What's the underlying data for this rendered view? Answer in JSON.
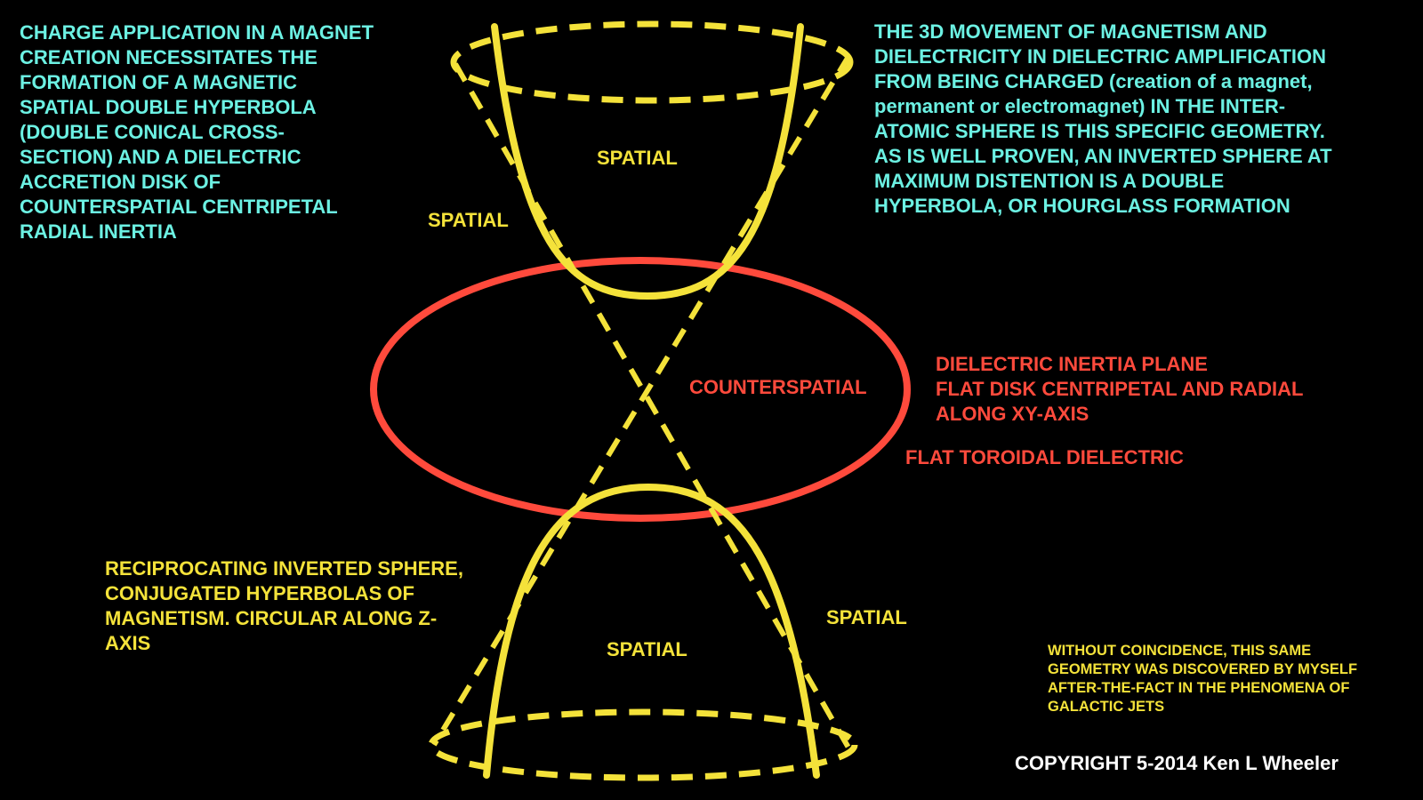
{
  "colors": {
    "background": "#000000",
    "cyan_text": "#6cf1e3",
    "yellow": "#f4e23a",
    "red": "#ff4a3c",
    "white": "#ffffff"
  },
  "text": {
    "top_left": "CHARGE APPLICATION IN A MAGNET\nCREATION NECESSITATES THE\nFORMATION OF A MAGNETIC\nSPATIAL DOUBLE HYPERBOLA\n(DOUBLE CONICAL CROSS-\nSECTION) AND A DIELECTRIC\nACCRETION DISK OF\nCOUNTERSPATIAL CENTRIPETAL\nRADIAL INERTIA",
    "top_right": "THE 3D MOVEMENT OF MAGNETISM AND\nDIELECTRICITY IN DIELECTRIC AMPLIFICATION\nFROM BEING CHARGED (creation of a magnet,\npermanent or electromagnet) IN THE INTER-\nATOMIC SPHERE IS THIS SPECIFIC GEOMETRY.\nAS IS WELL PROVEN, AN INVERTED SPHERE AT\nMAXIMUM DISTENTION IS A DOUBLE\nHYPERBOLA, OR HOURGLASS FORMATION",
    "spatial_top_inside": "SPATIAL",
    "spatial_top_left": "SPATIAL",
    "counterspatial": "COUNTERSPATIAL",
    "dielectric_plane": "DIELECTRIC INERTIA PLANE\nFLAT DISK CENTRIPETAL AND RADIAL\nALONG XY-AXIS",
    "flat_toroidal": "FLAT TOROIDAL DIELECTRIC",
    "bottom_left": "RECIPROCATING INVERTED SPHERE,\nCONJUGATED HYPERBOLAS OF\nMAGNETISM. CIRCULAR ALONG Z-\nAXIS",
    "spatial_bottom_right": "SPATIAL",
    "spatial_bottom_inside": "SPATIAL",
    "bottom_right_note": "WITHOUT COINCIDENCE, THIS SAME\nGEOMETRY WAS DISCOVERED BY MYSELF\nAFTER-THE-FACT IN THE PHENOMENA OF\nGALACTIC JETS",
    "copyright": "COPYRIGHT 5-2014 Ken L Wheeler"
  }
}
